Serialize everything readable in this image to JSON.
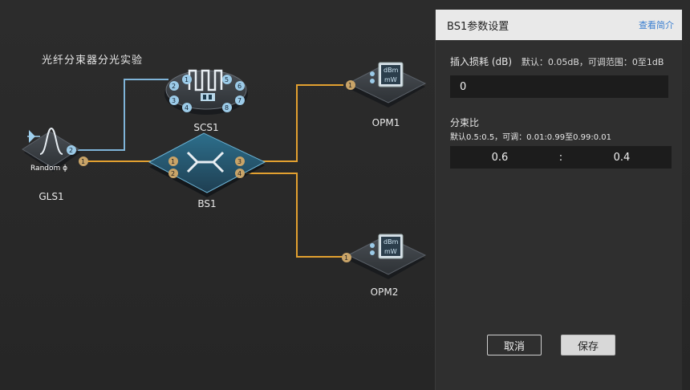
{
  "canvas": {
    "title": "光纤分束器分光实验",
    "devices": {
      "gls": "GLS1",
      "gls_text": "Random ϕ",
      "scs": "SCS1",
      "bs": "BS1",
      "opm1": "OPM1",
      "opm2": "OPM2",
      "opm_unit_top": "dBm",
      "opm_unit_bottom": "mW"
    },
    "ports": {
      "gls": [
        "2",
        "1"
      ],
      "scs": [
        "1",
        "2",
        "3",
        "4",
        "5",
        "6",
        "7",
        "8"
      ],
      "bs": [
        "1",
        "2",
        "3",
        "4"
      ],
      "opm1": "1",
      "opm2": "1"
    },
    "colors": {
      "fiber_orange": "#e2a030",
      "fiber_blue": "#7fb4d8",
      "port_orange": "#c9a468",
      "port_blue": "#9ccbe8"
    }
  },
  "panel": {
    "title": "BS1参数设置",
    "link": "查看简介",
    "insertion_loss": {
      "label": "插入损耗 (dB)",
      "hint": "默认：0.05dB，可调范围：0至1dB",
      "value": "0"
    },
    "split_ratio": {
      "label": "分束比",
      "hint": "默认0.5:0.5，可调：0.01:0.99至0.99:0.01",
      "left": "0.6",
      "separator": ":",
      "right": "0.4"
    },
    "buttons": {
      "cancel": "取消",
      "save": "保存"
    }
  }
}
